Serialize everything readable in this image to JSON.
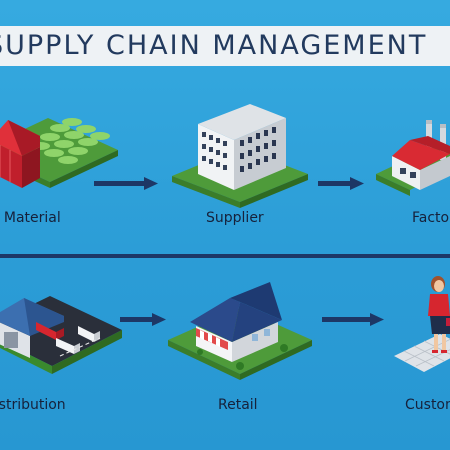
{
  "title": "SUPPLY CHAIN MANAGEMENT",
  "stages": {
    "raw_material": "Raw Material",
    "supplier": "Supplier",
    "factory": "Factory",
    "distribution": "Distribution",
    "retail": "Retail",
    "customer": "Customer"
  },
  "colors": {
    "background": "#2c9fd8",
    "banner": "#eef2f5",
    "title_text": "#223a5e",
    "arrow": "#1d3766",
    "divider": "#1d3766"
  }
}
